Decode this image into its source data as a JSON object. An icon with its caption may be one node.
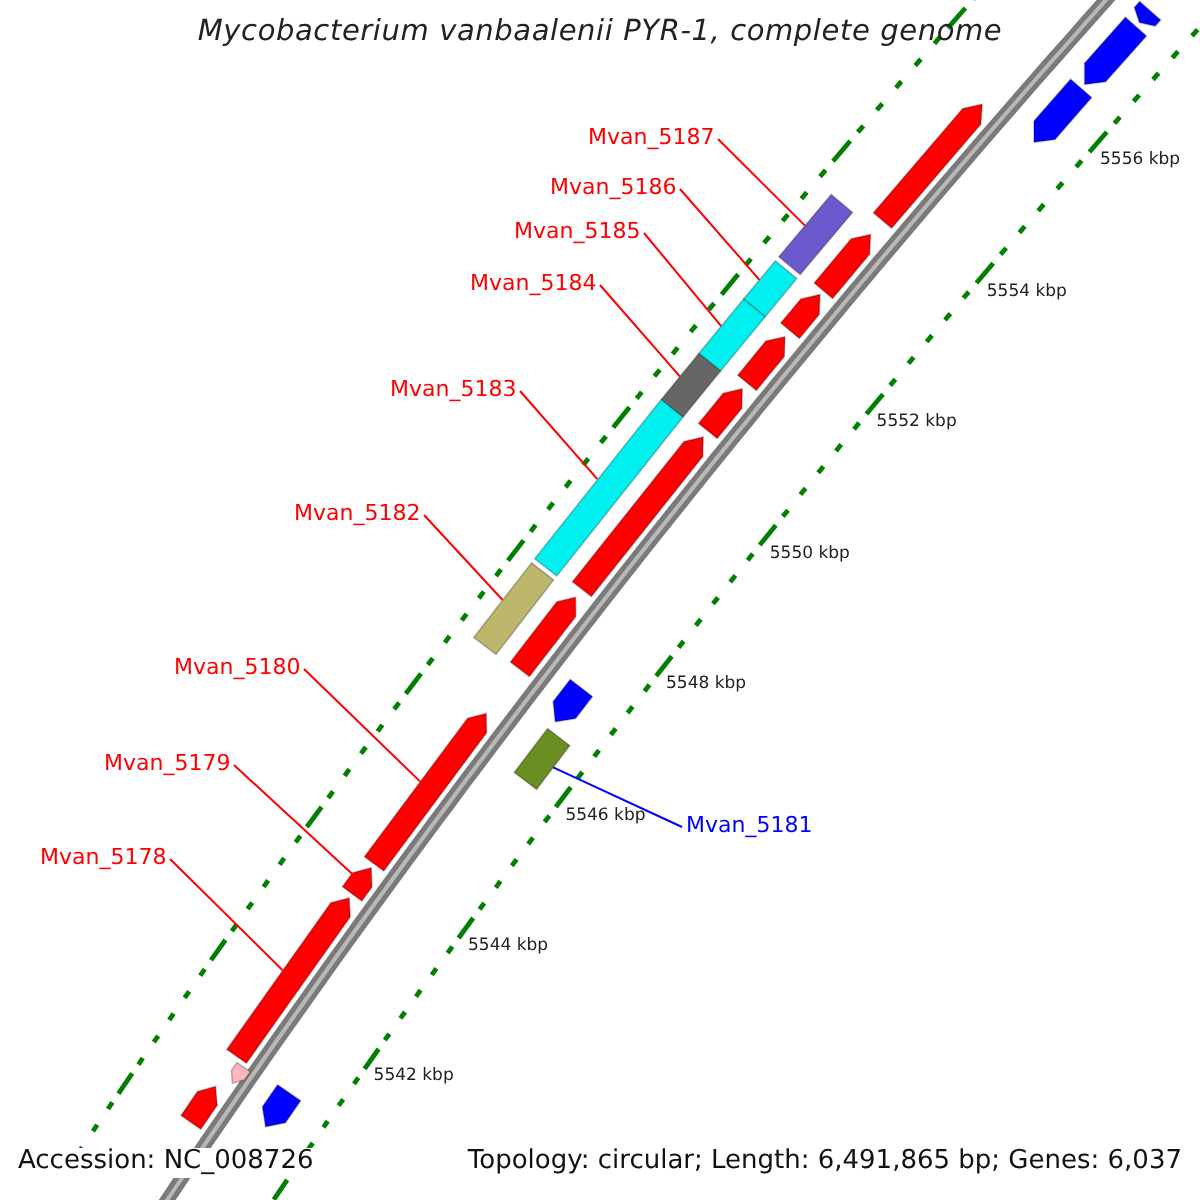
{
  "diagram": {
    "title": "Mycobacterium vanbaalenii PYR-1, complete genome",
    "nodes": [
      {
        "text": [
          "Mvan_5187"
        ]
      },
      {
        "text": [
          "Mvan_5186"
        ]
      },
      {
        "text": [
          "Mvan_5185"
        ]
      },
      {
        "text": [
          "Mvan_5184"
        ]
      },
      {
        "text": [
          "Mvan_5183"
        ]
      },
      {
        "text": [
          "Mvan_5182"
        ]
      },
      {
        "text": [
          "Mvan_5180"
        ]
      },
      {
        "text": [
          "Mvan_5179"
        ]
      },
      {
        "text": [
          "Mvan_5181"
        ]
      },
      {
        "text": [
          "Mvan_5178"
        ]
      },
      {
        "text": [],
        "shape": "box"
      },
      {
        "text": [],
        "shape": "box"
      },
      {
        "text": [],
        "shape": "box"
      },
      {
        "text": [],
        "shape": "box"
      },
      {
        "text": [],
        "shape": "box"
      },
      {
        "text": [],
        "shape": "box"
      },
      {
        "text": [],
        "shape": "arrow"
      },
      {
        "text": [],
        "shape": "arrow"
      },
      {
        "text": [],
        "shape": "box"
      },
      {
        "text": [],
        "shape": "arrow"
      },
      {
        "text": [],
        "shape": "arrow"
      },
      {
        "text": [],
        "shape": "arrow"
      },
      {
        "text": [],
        "shape": "arrow"
      },
      {
        "text": [],
        "shape": "arrow"
      },
      {
        "text": [],
        "shape": "arrow"
      },
      {
        "text": [],
        "shape": "arrow"
      },
      {
        "text": [],
        "shape": "arrow"
      },
      {
        "text": [],
        "shape": "arrow"
      },
      {
        "text": [],
        "shape": "arrow"
      },
      {
        "text": [],
        "shape": "arrow"
      },
      {
        "text": [],
        "shape": "arrow"
      },
      {
        "text": [],
        "shape": "arrow"
      },
      {
        "text": [],
        "shape": "arrow"
      },
      {
        "text": [],
        "shape": "arrow"
      }
    ],
    "edges": [
      {
        "from": 0,
        "to": 10,
        "arrow": "none"
      },
      {
        "from": 1,
        "to": 11,
        "arrow": "none"
      },
      {
        "from": 2,
        "to": 12,
        "arrow": "none"
      },
      {
        "from": 3,
        "to": 13,
        "arrow": "none"
      },
      {
        "from": 4,
        "to": 14,
        "arrow": "none"
      },
      {
        "from": 5,
        "to": 15,
        "arrow": "none"
      },
      {
        "from": 6,
        "to": 16,
        "arrow": "none"
      },
      {
        "from": 7,
        "to": 17,
        "arrow": "none"
      },
      {
        "from": 8,
        "to": 18,
        "arrow": "none",
        "color": "#0000ff"
      },
      {
        "from": 9,
        "to": 19,
        "arrow": "none"
      }
    ],
    "labels": [
      "5556 kbp",
      "5554 kbp",
      "5552 kbp",
      "5550 kbp",
      "5548 kbp",
      "5546 kbp",
      "5544 kbp",
      "5542 kbp",
      "Accession: NC_008726",
      "Topology: circular; Length: 6,491,865 bp; Genes: 6,037"
    ]
  }
}
